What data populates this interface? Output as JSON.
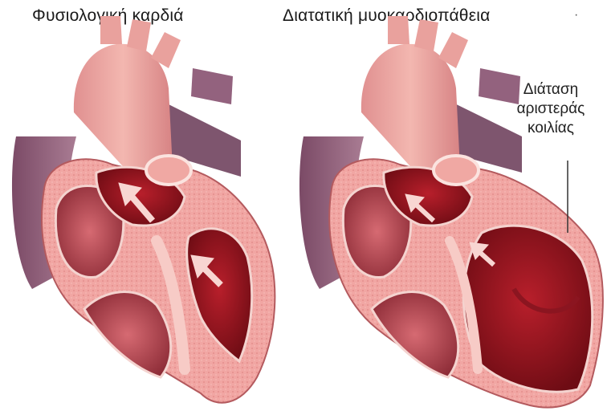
{
  "titles": {
    "normal_heart": "Φυσιολογική καρδιά",
    "dilated_cardiomyopathy": "Διατατική μυοκαρδιοπάθεια"
  },
  "callout": {
    "line1": "Διάταση",
    "line2": "αριστεράς",
    "line3": "κοιλίας"
  },
  "stray_mark": "·"
}
